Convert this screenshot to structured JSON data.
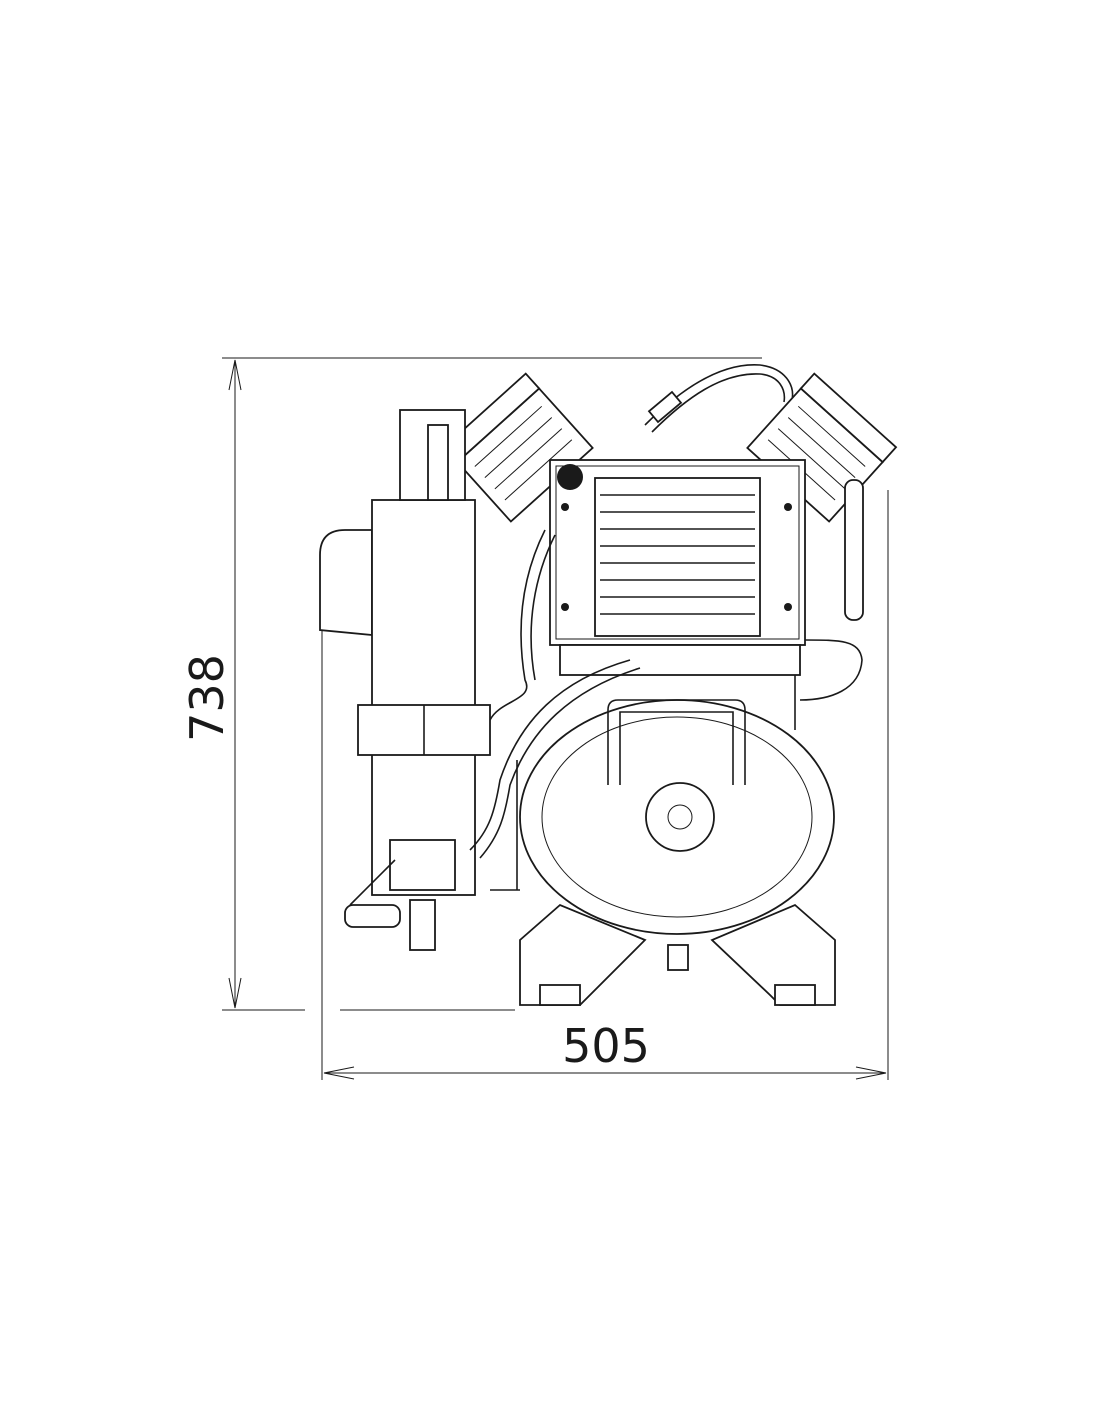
{
  "drawing": {
    "subject": "compressor-front-view",
    "dimensions": {
      "height_label": "738",
      "width_label": "505"
    },
    "line_color": "#1a1a1a",
    "background": "#ffffff"
  }
}
